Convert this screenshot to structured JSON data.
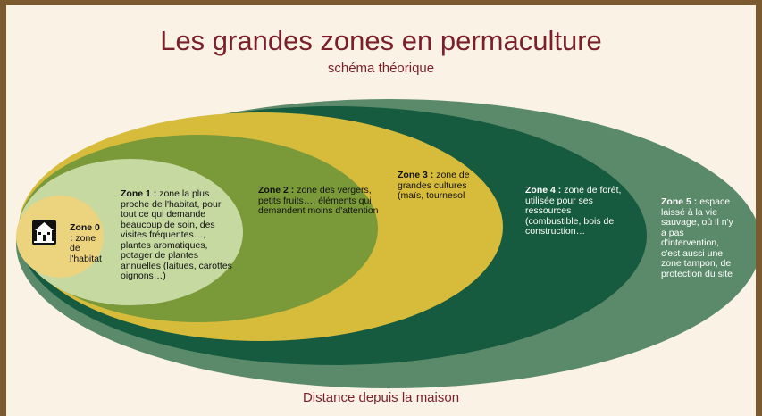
{
  "title": "Les grandes zones en permaculture",
  "subtitle": "schéma théorique",
  "footer": "Distance depuis la maison",
  "colors": {
    "frame": "#7a5a2e",
    "background": "#faf2e4",
    "title": "#7a1f2b",
    "zone5": "#5a8a6a",
    "zone4": "#165a3f",
    "zone3": "#d7bc3c",
    "zone2": "#7a9a3a",
    "zone1": "#c6d9a1",
    "zone0": "#ecd37e"
  },
  "zones": [
    {
      "id": "zone0",
      "label": "Zone 0 :",
      "text": "zone de l'habitat",
      "icon": "house-icon"
    },
    {
      "id": "zone1",
      "label": "Zone 1 :",
      "text": "zone la plus proche de l'habitat, pour tout ce qui demande beaucoup de soin, des visites fréquentes…, plantes aromatiques, potager de plantes annuelles  (laitues, carottes oignons…)"
    },
    {
      "id": "zone2",
      "label": "Zone 2 :",
      "text": "zone des vergers, petits fruits…, éléments qui demandent moins d'attention"
    },
    {
      "id": "zone3",
      "label": "Zone 3 :",
      "text": "zone de grandes cultures (maïs, tournesol"
    },
    {
      "id": "zone4",
      "label": "Zone 4 :",
      "text": "zone de forêt, utilisée pour  ses ressources (combustible, bois de construction…"
    },
    {
      "id": "zone5",
      "label": "Zone 5 :",
      "text": "espace laissé à la vie sauvage, où il n'y a pas d'intervention, c'est aussi une zone tampon, de protection du site"
    }
  ]
}
